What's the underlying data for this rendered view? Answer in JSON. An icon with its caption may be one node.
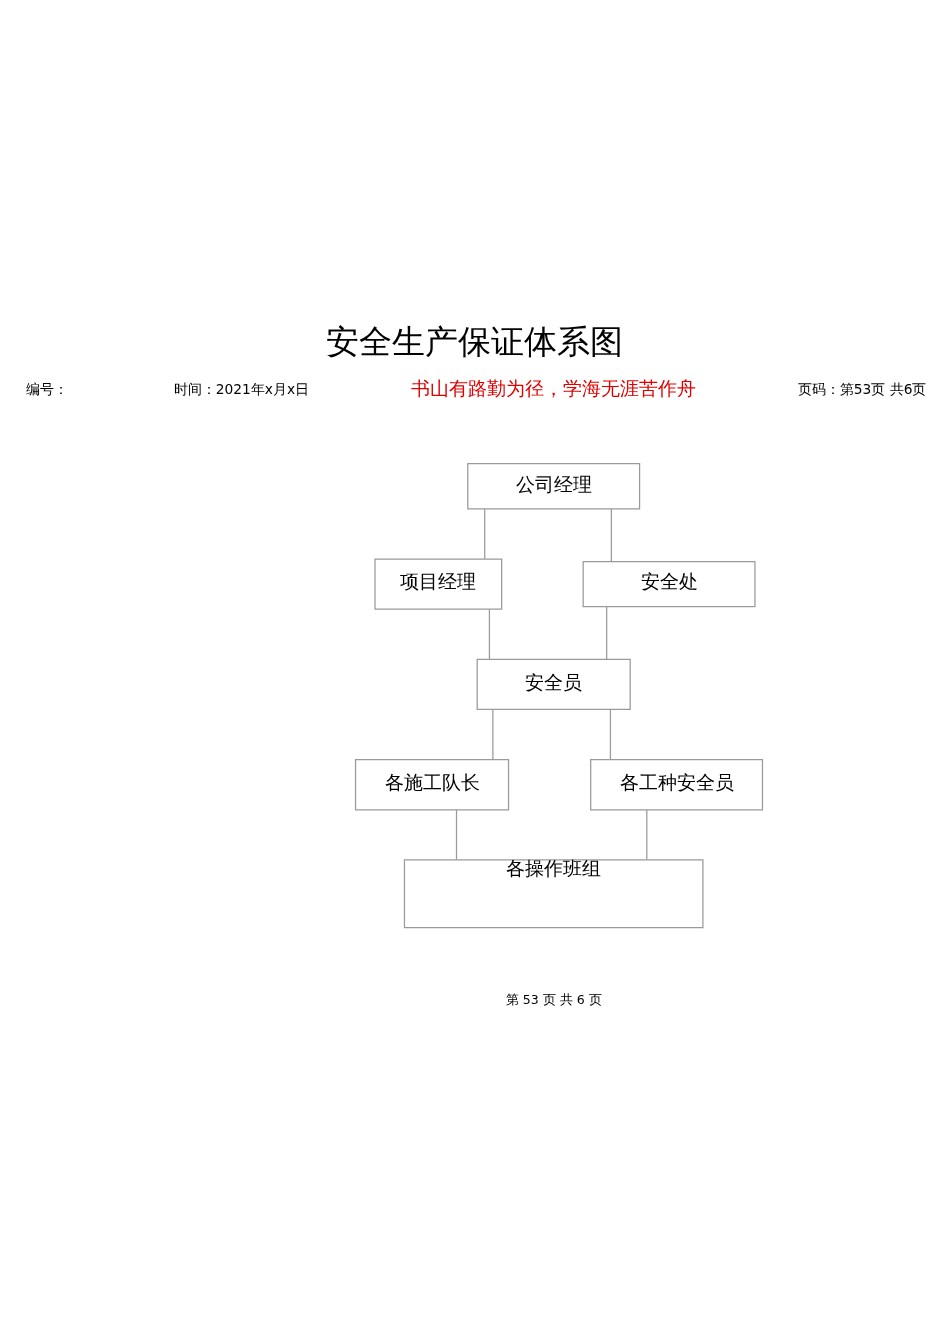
{
  "diagram": {
    "title": "安全生产保证体系图",
    "nodes": [
      {
        "text": [
          "公司经理"
        ]
      },
      {
        "text": [
          "项目经理"
        ]
      },
      {
        "text": [
          "安全处"
        ]
      },
      {
        "text": [
          "安全员"
        ]
      },
      {
        "text": [
          "各施工队长"
        ]
      },
      {
        "text": [
          "各工种安全员"
        ]
      },
      {
        "text": [
          "各操作班组"
        ]
      }
    ],
    "edges": [
      {
        "from": 0,
        "to": 1,
        "arrow": "none"
      },
      {
        "from": 0,
        "to": 2,
        "arrow": "none"
      },
      {
        "from": 1,
        "to": 3,
        "arrow": "none"
      },
      {
        "from": 2,
        "to": 3,
        "arrow": "none"
      },
      {
        "from": 3,
        "to": 4,
        "arrow": "none"
      },
      {
        "from": 3,
        "to": 5,
        "arrow": "none"
      },
      {
        "from": 4,
        "to": 6,
        "arrow": "none"
      },
      {
        "from": 5,
        "to": 6,
        "arrow": "none"
      }
    ],
    "labels": [
      "编号：",
      "时间：2021年x月x日",
      "书山有路勤为径，学海无涯苦作舟",
      "页码：第53页 共6页",
      "第 53 页 共 6 页"
    ]
  }
}
